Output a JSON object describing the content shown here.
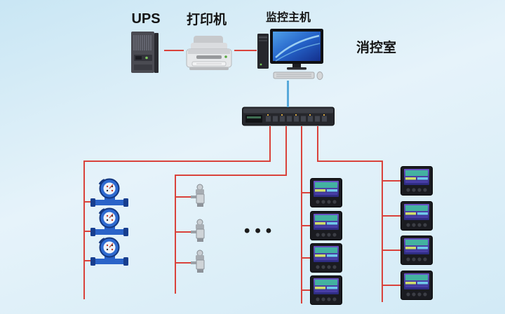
{
  "labels": {
    "ups": "UPS",
    "printer": "打印机",
    "host": "监控主机",
    "control_room": "消控室",
    "ellipsis": "•••"
  },
  "colors": {
    "bus_line_red": "#d9423b",
    "uplink_blue": "#58a9da",
    "background_top": "#c9e6f4",
    "background_mid": "#e6f3fa",
    "background_bottom": "#d2eaf6"
  },
  "icons": {
    "ups": "ups-tower-icon",
    "printer": "laser-printer-icon",
    "host": "monitoring-computer-icon",
    "collector": "data-collector-switch-icon",
    "water_meter": "water-meter-icon",
    "sensor": "pressure-sensor-icon",
    "panel_meter": "power-monitor-meter-icon"
  }
}
